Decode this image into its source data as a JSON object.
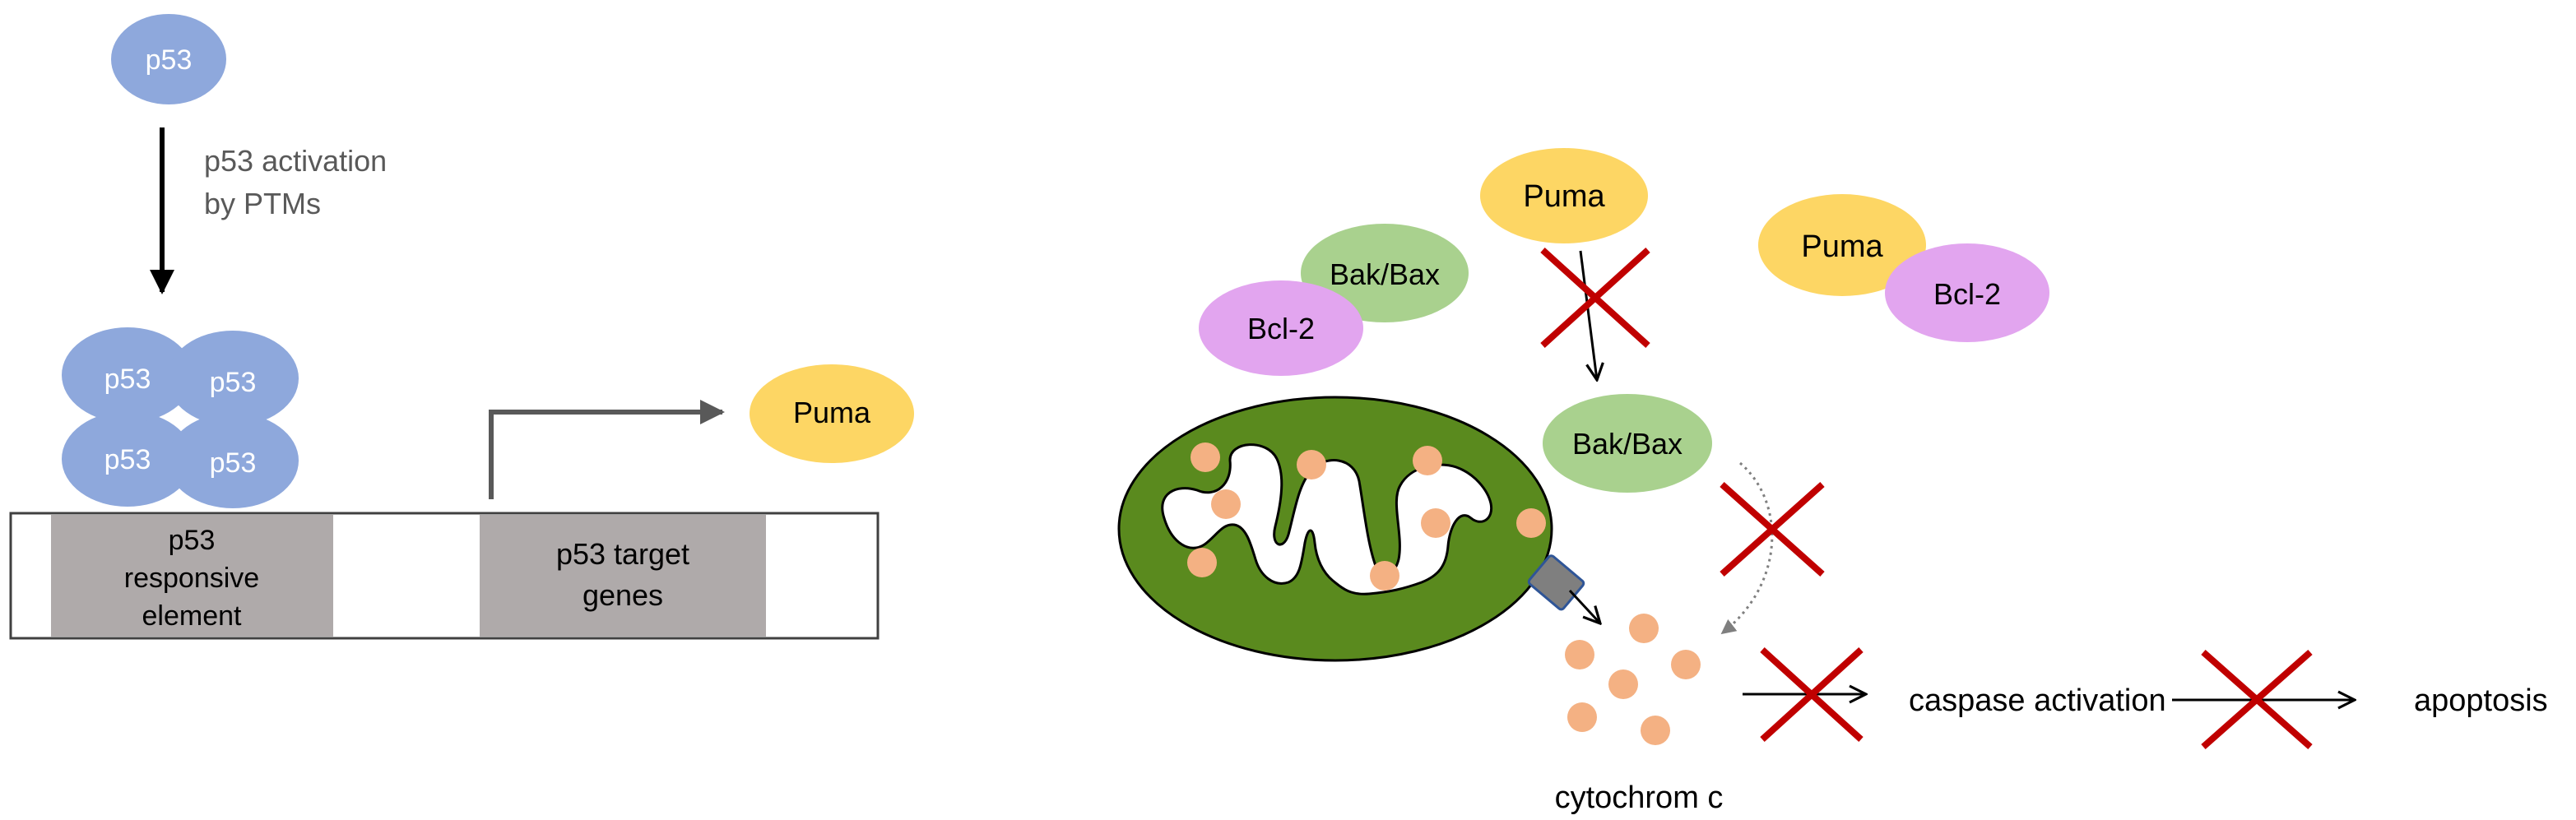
{
  "left_panel": {
    "top_protein": "p53",
    "activation_line1": "p53 activation",
    "activation_line2": "by PTMs",
    "tetramer": [
      "p53",
      "p53",
      "p53",
      "p53"
    ],
    "responsive_element": [
      "p53",
      "responsive",
      "element"
    ],
    "target_genes": [
      "p53 target",
      "genes"
    ],
    "product": "Puma"
  },
  "right_panel": {
    "puma_top": "Puma",
    "bakbax_upper": "Bak/Bax",
    "bcl2_left": "Bcl-2",
    "puma_complex": "Puma",
    "bcl2_complex": "Bcl-2",
    "bakbax_membrane": "Bak/Bax",
    "caspase": "caspase activation",
    "apoptosis": "apoptosis",
    "cytochrome": "cytochrom c"
  },
  "colors": {
    "p53": "#8ea8dc",
    "puma": "#fdd664",
    "bakbax": "#a9d18e",
    "bcl2": "#e2a5ef",
    "mito": "#5a8a1e",
    "cyt": "#f4b183",
    "gene_box": "#afaaaa",
    "cross": "#c00000"
  }
}
